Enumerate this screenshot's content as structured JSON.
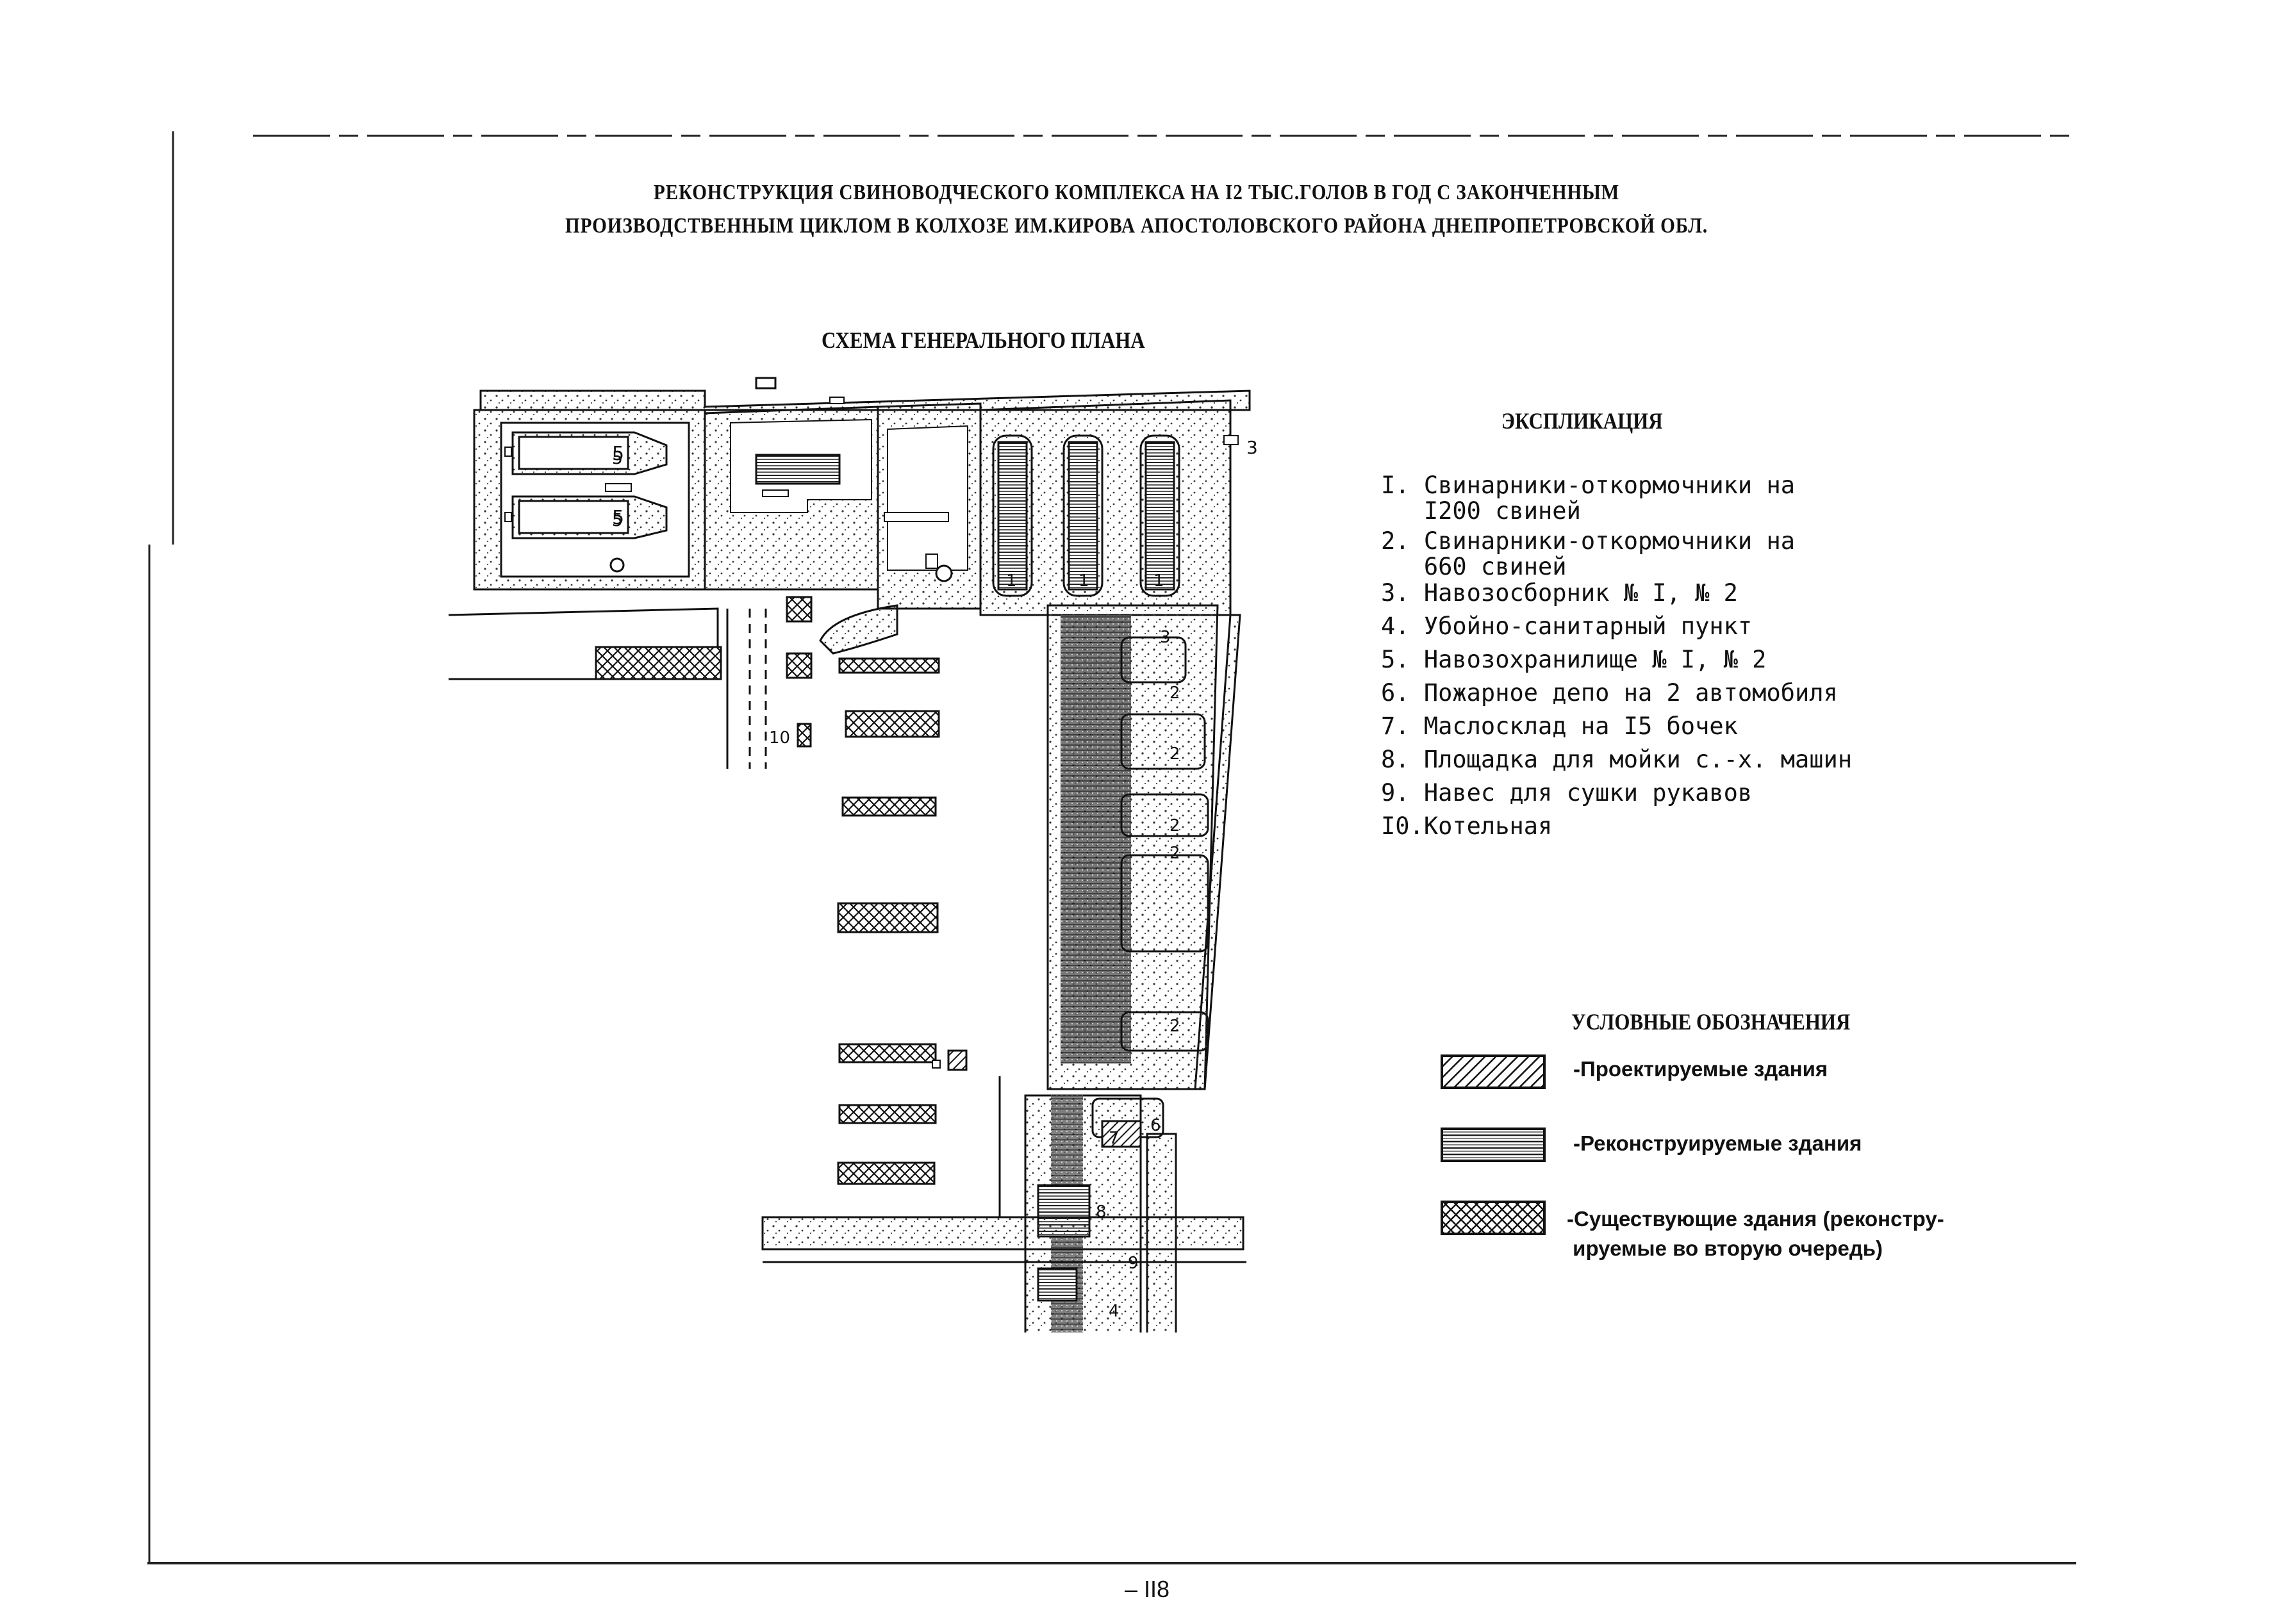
{
  "header": {
    "title_line1": "РЕКОНСТРУКЦИЯ СВИНОВОДЧЕСКОГО КОМПЛЕКСА НА I2 ТЫС.ГОЛОВ В ГОД С ЗАКОНЧЕННЫМ",
    "title_line2": "ПРОИЗВОДСТВЕННЫМ ЦИКЛОМ В КОЛХОЗЕ ИМ.КИРОВА АПОСТОЛОВСКОГО РАЙОНА ДНЕПРОПЕТРОВСКОЙ ОБЛ."
  },
  "plan": {
    "title": "СХЕМА ГЕНЕРАЛЬНОГО ПЛАНА",
    "labels": [
      "5",
      "5",
      "1",
      "1",
      "1",
      "3",
      "3",
      "2",
      "2",
      "2",
      "2",
      "2",
      "10",
      "6",
      "7",
      "8",
      "9",
      "4"
    ]
  },
  "explication": {
    "title": "ЭКСПЛИКАЦИЯ",
    "items": [
      "I. Свинарники-откормочники на\n   I200 свиней",
      "2. Свинарники-откормочники на\n   660 свиней",
      "3. Навозосборник № I, № 2",
      "4. Убойно-санитарный пункт",
      "5. Навозохранилище № I, № 2",
      "6. Пожарное депо на 2 автомобиля",
      "7. Маслосклад на I5 бочек",
      "8. Площадка для мойки с.-х. машин",
      "9. Навес для сушки рукавов",
      "I0.Котельная"
    ]
  },
  "legend": {
    "title": "УСЛОВНЫЕ ОБОЗНАЧЕНИЯ",
    "items": [
      {
        "symbol": "hatched",
        "text": "-Проектируемые здания"
      },
      {
        "symbol": "striped",
        "text": "-Реконструируемые здания"
      },
      {
        "symbol": "crosshatched",
        "text": "-Существующие здания (реконстру-\n ируемые во вторую очередь)"
      }
    ]
  },
  "footer": {
    "page_number": "– II8"
  }
}
